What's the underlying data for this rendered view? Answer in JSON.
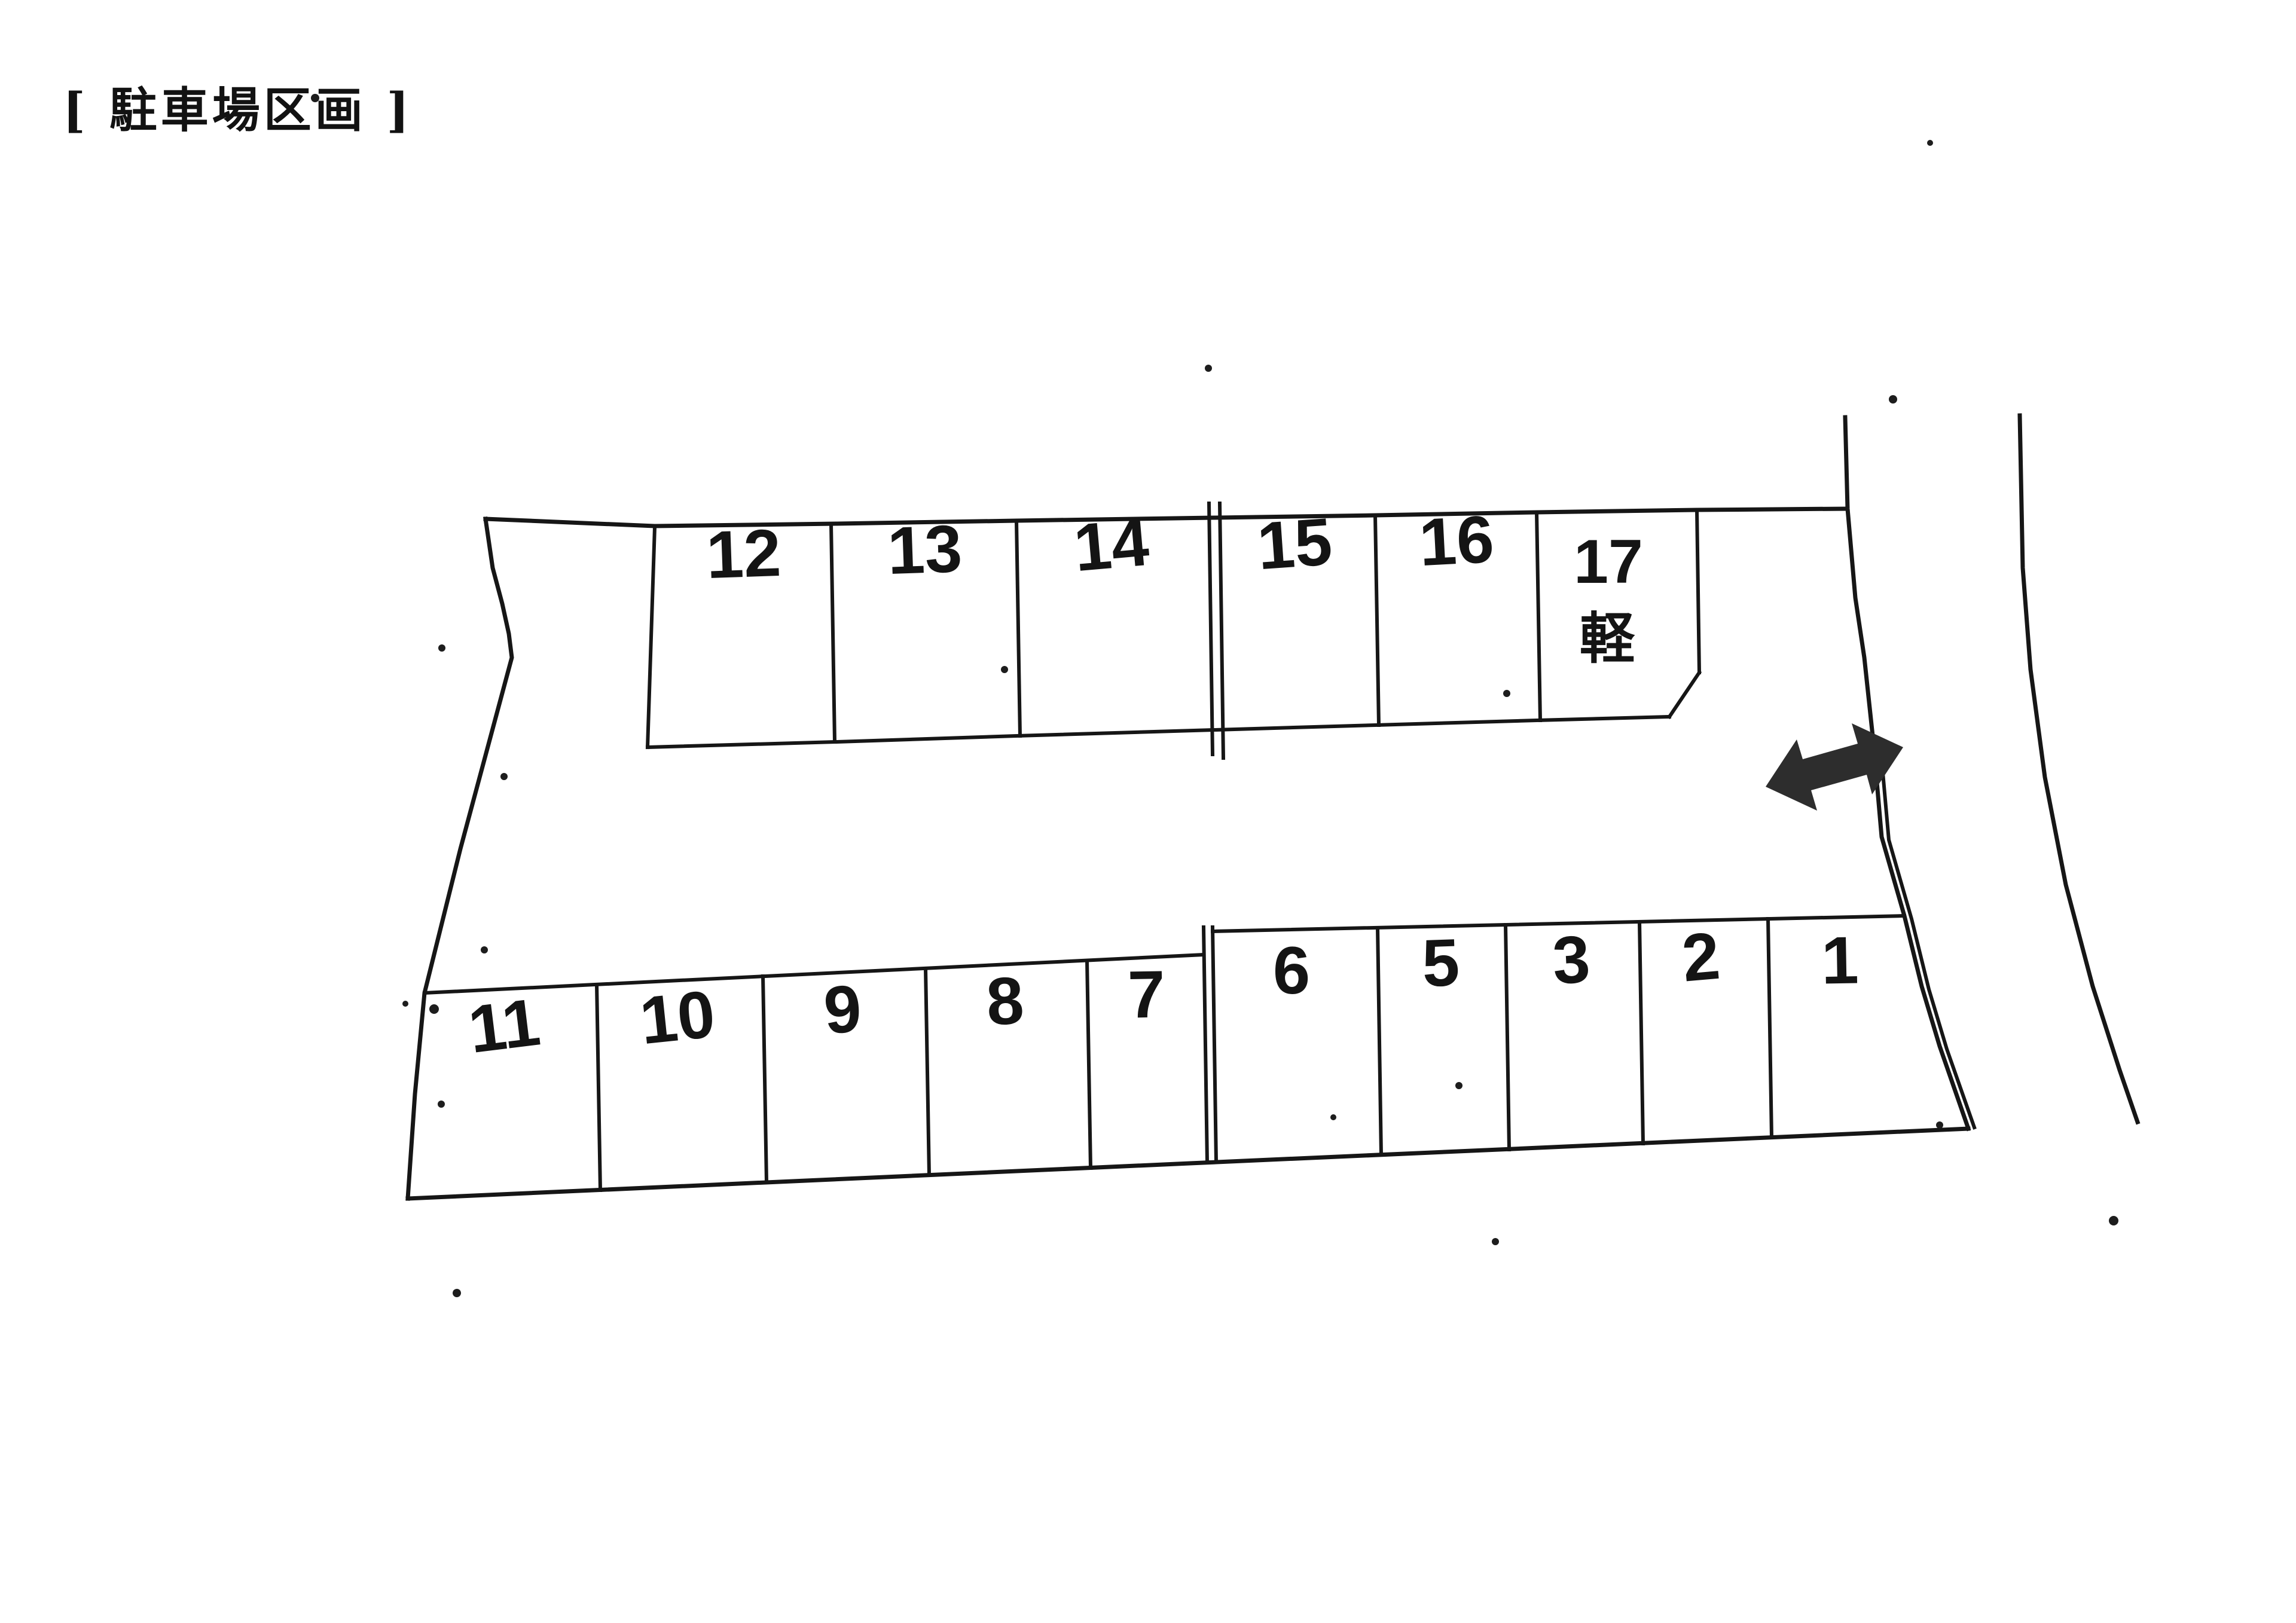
{
  "title": "[ 駐車場区画 ]",
  "colors": {
    "ink": "#161616",
    "arrow": "#2d2d2d",
    "background": "#ffffff"
  },
  "icons": {
    "two_way_arrow": "double-headed-arrow"
  },
  "parking": {
    "top_row": [
      {
        "label": "12"
      },
      {
        "label": "13"
      },
      {
        "label": "14"
      },
      {
        "label": "15"
      },
      {
        "label": "16"
      },
      {
        "label": "17",
        "note": "軽"
      }
    ],
    "bottom_row": [
      {
        "label": "11"
      },
      {
        "label": "10"
      },
      {
        "label": "9"
      },
      {
        "label": "8"
      },
      {
        "label": "7"
      },
      {
        "label": "6"
      },
      {
        "label": "5"
      },
      {
        "label": "3"
      },
      {
        "label": "2"
      },
      {
        "label": "1"
      }
    ]
  }
}
